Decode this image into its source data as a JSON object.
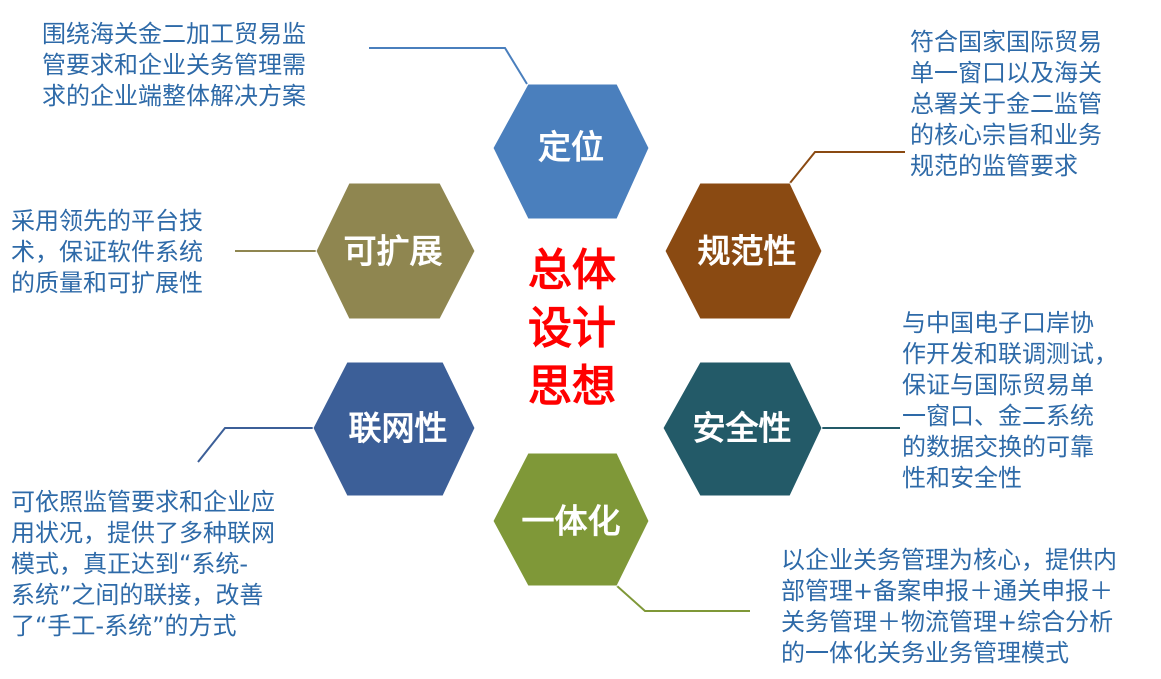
{
  "center_title": "总体\n设计\n思想",
  "nodes": {
    "dingwei": {
      "label": "定位",
      "color": "#4a7fbd"
    },
    "guifanxing": {
      "label": "规范性",
      "color": "#8a4a12"
    },
    "anquanxing": {
      "label": "安全性",
      "color": "#235a68"
    },
    "yitihua": {
      "label": "一体化",
      "color": "#7f9838"
    },
    "lianwangxing": {
      "label": "联网性",
      "color": "#3c5f98"
    },
    "kekuozhan": {
      "label": "可扩展",
      "color": "#8f8650"
    }
  },
  "descriptions": {
    "dingwei": "围绕海关金二加工贸易监\n管要求和企业关务管理需\n求的企业端整体解决方案",
    "guifanxing": "符合国家国际贸易\n单一窗口以及海关\n总署关于金二监管\n的核心宗旨和业务\n规范的监管要求",
    "anquanxing": "与中国电子口岸协\n作开发和联调测试，\n保证与国际贸易单\n一窗口、金二系统\n的数据交换的可靠\n性和安全性",
    "yitihua": "以企业关务管理为核心，提供内\n部管理+备案申报＋通关申报＋\n关务管理＋物流管理+综合分析\n的一体化关务业务管理模式",
    "lianwangxing": "可依照监管要求和企业应\n用状况，提供了多种联网\n模式，真正达到“系统-\n系统”之间的联接，改善\n了“手工-系统”的方式",
    "kekuozhan": "采用领先的平台技\n术，保证软件系统\n的质量和可扩展性"
  },
  "colors": {
    "description_text": "#2e6aa8",
    "center_text": "#ff0000"
  }
}
